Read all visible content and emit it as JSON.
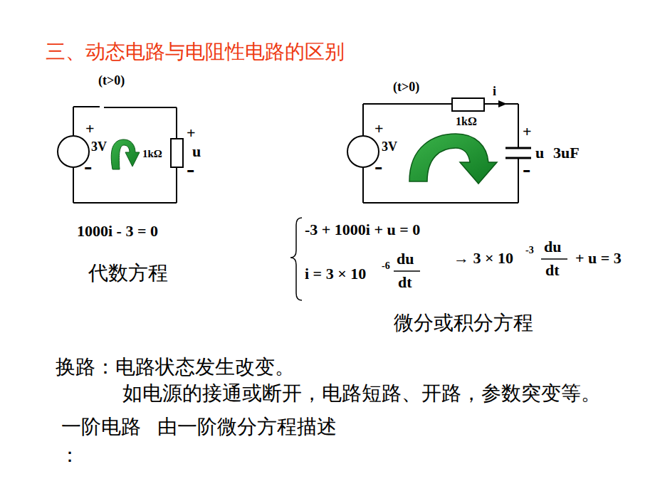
{
  "diagram": {
    "title": "三、动态电路与电阻性电路的区别",
    "labels": [
      "(t>0)",
      "+",
      "3V",
      "-",
      "1kΩ",
      "+",
      "u",
      "-",
      "(t>0)",
      "i",
      "1kΩ",
      "+",
      "3V",
      "-",
      "+",
      "u",
      "3uF",
      "-",
      "1000i - 3 = 0",
      "代数方程",
      "-3 + 1000i + u = 0",
      "i = 3 × 10",
      "-6",
      "du",
      "dt",
      "→ 3 × 10",
      "-3",
      "du",
      "dt",
      "+ u = 3",
      "微分或积分方程",
      "换路：电路状态发生改变。",
      "如电源的接通或断开，电路短路、开路，参数突变等。",
      "一阶电路   由一阶微分方程描述",
      "："
    ]
  }
}
